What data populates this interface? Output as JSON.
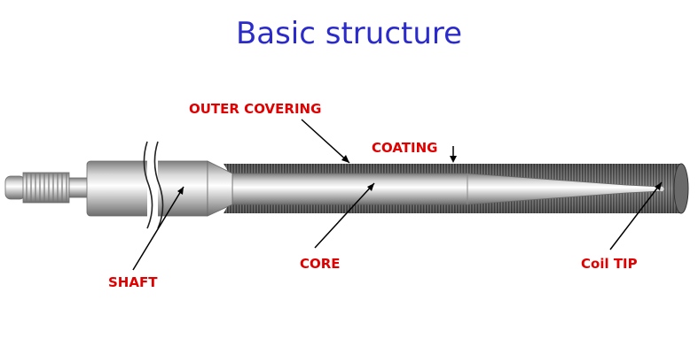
{
  "title": "Basic structure",
  "labels": {
    "outer_covering": "OUTER COVERING",
    "coating": "COATING",
    "core": "CORE",
    "shaft": "SHAFT",
    "coil_tip": "Coil TIP"
  },
  "colors": {
    "title": "#2b2bcc",
    "labels": "#e00000",
    "coil": "#555555",
    "metal_light": "#f4f4f4",
    "metal_dark": "#8c8c8c"
  }
}
